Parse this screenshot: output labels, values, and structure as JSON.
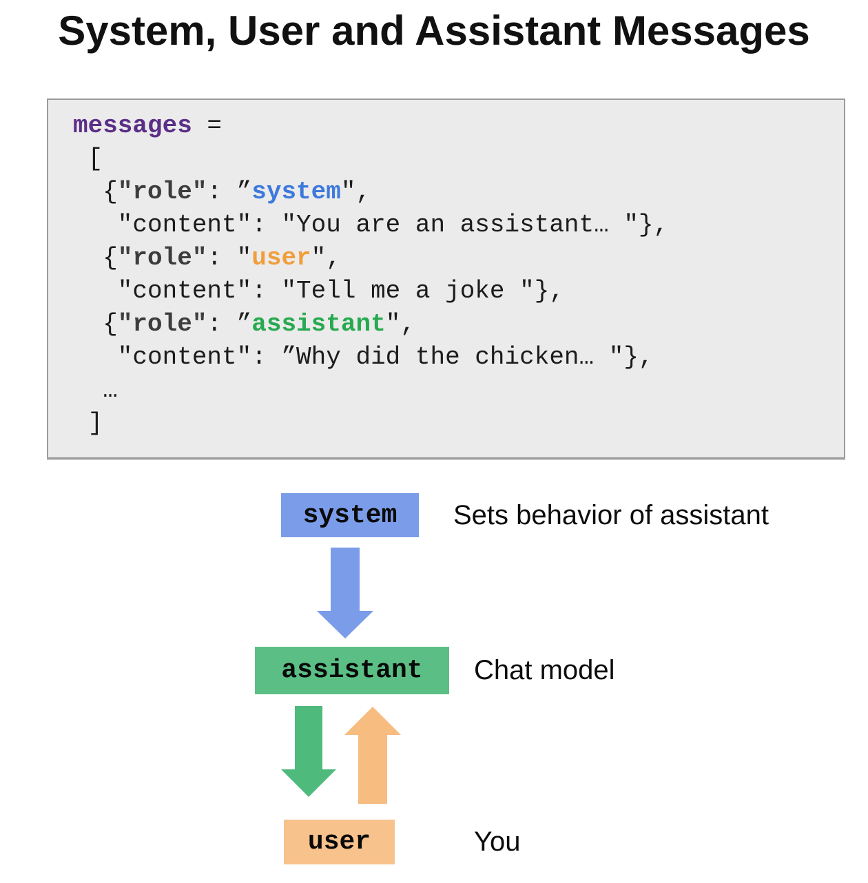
{
  "title": "System, User and Assistant Messages",
  "code": {
    "lines": [
      [
        {
          "t": "messages",
          "c": "var"
        },
        {
          "t": " =",
          "c": "plain"
        }
      ],
      [
        {
          "t": " [",
          "c": "plain"
        }
      ],
      [
        {
          "t": "  {",
          "c": "plain"
        },
        {
          "t": "\"role\"",
          "c": "key"
        },
        {
          "t": ": ”",
          "c": "plain"
        },
        {
          "t": "system",
          "c": "sys"
        },
        {
          "t": "\",",
          "c": "plain"
        }
      ],
      [
        {
          "t": "   \"content\": \"You are an assistant… \"},",
          "c": "plain"
        }
      ],
      [
        {
          "t": "  {",
          "c": "plain"
        },
        {
          "t": "\"role\"",
          "c": "key"
        },
        {
          "t": ": \"",
          "c": "plain"
        },
        {
          "t": "user",
          "c": "usr"
        },
        {
          "t": "\",",
          "c": "plain"
        }
      ],
      [
        {
          "t": "   \"content\": \"Tell me a joke \"},",
          "c": "plain"
        }
      ],
      [
        {
          "t": "  {",
          "c": "plain"
        },
        {
          "t": "\"role\"",
          "c": "key"
        },
        {
          "t": ": ”",
          "c": "plain"
        },
        {
          "t": "assistant",
          "c": "ast"
        },
        {
          "t": "\",",
          "c": "plain"
        }
      ],
      [
        {
          "t": "   \"content\": ”Why did the chicken… \"},",
          "c": "plain"
        }
      ],
      [
        {
          "t": "  …",
          "c": "plain"
        }
      ],
      [
        {
          "t": " ]",
          "c": "plain"
        }
      ]
    ]
  },
  "diagram": {
    "system": {
      "label": "system",
      "desc": "Sets behavior of assistant",
      "box_color": "#7b9ce8"
    },
    "assistant": {
      "label": "assistant",
      "desc": "Chat model",
      "box_color": "#5bbf85"
    },
    "user": {
      "label": "user",
      "desc": "You",
      "box_color": "#f8c28d"
    },
    "arrows": {
      "system_to_assistant": {
        "color": "#7b9ce8",
        "direction": "down"
      },
      "assistant_to_user": {
        "color": "#4eba7c",
        "direction": "down"
      },
      "user_to_assistant": {
        "color": "#f7bc7f",
        "direction": "up"
      }
    }
  },
  "colors": {
    "code_bg": "#ebebeb",
    "code_border": "#9b9b9b",
    "code_plain": "#1c1c1c",
    "code_var": "#5b2e87",
    "code_key": "#3d3d3d",
    "code_system": "#3d79dd",
    "code_user": "#f09e3c",
    "code_assistant": "#27a94f",
    "title_text": "#111111"
  }
}
